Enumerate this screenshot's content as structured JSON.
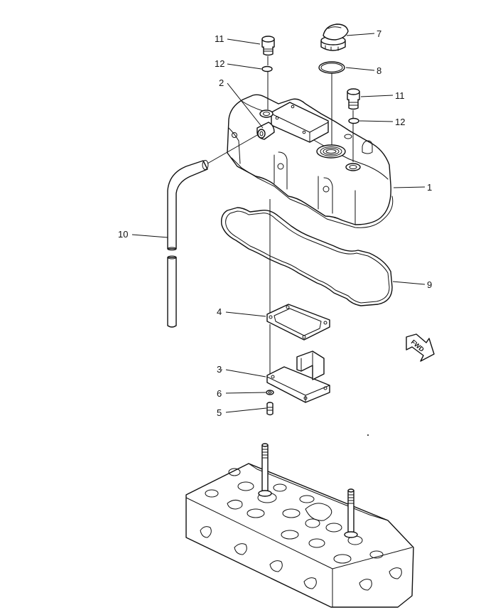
{
  "callouts": {
    "p1": "1",
    "p2": "2",
    "p3": "3",
    "p4": "4",
    "p5": "5",
    "p6": "6",
    "p7": "7",
    "p8": "8",
    "p9": "9",
    "p10": "10",
    "p11_left": "11",
    "p11_right": "11",
    "p12_left": "12",
    "p12_right": "12"
  },
  "direction_marker": "FWD"
}
